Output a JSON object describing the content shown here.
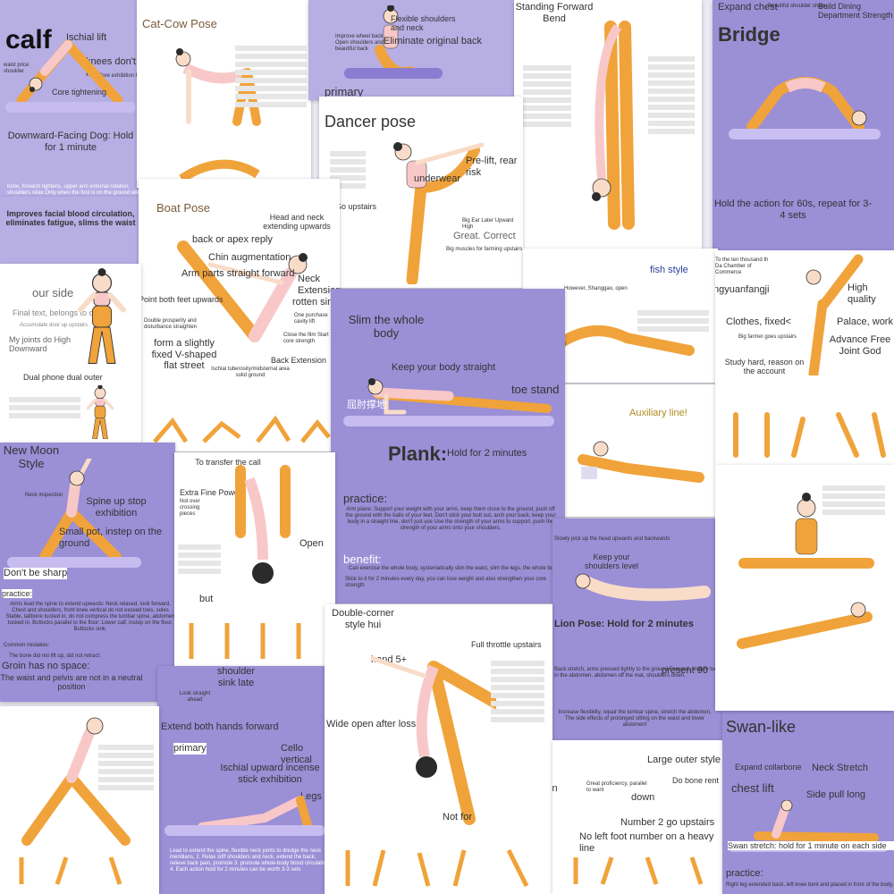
{
  "colors": {
    "orange": "#f0a33a",
    "purple": "#9b8fd6",
    "light_purple": "#b7aee4",
    "mat": "#c6bcf0",
    "skin": "#f8dcc8",
    "hair": "#2b2b2b"
  },
  "cards": {
    "calf": {
      "title": "calf",
      "ischial": "Ischial lift",
      "knees": "knees don't turn in",
      "waist": "waist price shoulder",
      "exhibition": "Core exhibition follow-up",
      "core": "Core tightening",
      "caption": "Downward-Facing Dog: Hold for 1 minute",
      "desc": "bone, forearm tightens, upper arm external rotation, shoulders relax Only when the foot is on the ground will the calf feel stretched"
    },
    "catcow": {
      "title": "Cat-Cow Pose"
    },
    "shoulders": {
      "flexible": "Flexible shoulders and neck",
      "eliminate": "Eliminate original back",
      "improve": "Improve wheel back Open shoulders and beautiful back",
      "primary": "primary"
    },
    "standing": {
      "title": "Standing Forward Bend"
    },
    "bridge": {
      "expand": "Expand chest",
      "beautiful": "Beautiful shoulder shape",
      "build": "Build Dining Department Strength",
      "title": "Bridge",
      "caption": "Hold the action for 60s, repeat for 3-4 sets"
    },
    "facial": {
      "text": "Improves facial blood circulation, eliminates fatigue, slims the waist"
    },
    "dancer": {
      "title": "Dancer pose",
      "prelift": "Pre-lift, rear risk",
      "underwear": "underwear",
      "goupstairs": "Go upstairs",
      "bigear": "Big Ear Later Upward High",
      "great": "Great. Correct",
      "bigmuscles": "Big muscles for farming upstairs"
    },
    "boat": {
      "title": "Boat Pose",
      "head": "Head and neck extending upwards",
      "back_apex": "back or apex reply",
      "chin": "Chin augmentation",
      "arm": "Arm parts straight forward",
      "point": "Point both feet upwards",
      "neck": "Neck Extension",
      "rotten": "rotten sink",
      "purchase": "One purchase cavity lift",
      "double": "Double prosperity and disturbance straighten",
      "form": "form a slightly fixed V-shaped flat street",
      "close": "Close the film Start core strength",
      "backext": "Back Extension",
      "ischial_ground": "Ischial tuberosity/midsternal area solid ground"
    },
    "oursidecard": {
      "ourside": "our side",
      "final": "Final text, belongs to open",
      "accumulate": "Accumulate door up upstairs",
      "joints": "My joints do High Downward",
      "dual": "Dual phone dual outer"
    },
    "fish": {
      "title": "fish style",
      "however": "However, Shanggao, open",
      "auxiliary": "Auxiliary line!"
    },
    "dong": {
      "tothe": "To the ten thousand th Da Chamber of Commerce",
      "dongyuan": "Dongyuanfangji",
      "clothes": "Clothes, fixed<",
      "bigfarmer": "Big farmer goes upstairs",
      "study": "Study hard, reason on the account",
      "high": "High quality",
      "palace": "Palace, work",
      "advance": "Advance Free Joint God"
    },
    "plank": {
      "slim": "Slim the whole body",
      "straight": "Keep your body straight",
      "toestand": "toe stand",
      "elbow": "屈肘撑地",
      "title": "Plank:",
      "hold": "Hold for 2 minutes",
      "practice_h": "practice:",
      "practice_t": "Arm plane: Support your weight with your arms, keep them close to the ground, push off the ground with the balls of your feet, Don't stick your butt out, arch your back, keep your body in a straight line, don't just use Use the strength of your arms to support, push the strength of your arms onto your shoulders.",
      "benefit_h": "benefit:",
      "benefit_t": "Can exercise the whole body, systematically slim the waist, slim the legs, the whole body",
      "stick": "Stick to it for 2 minutes every day, you can lose weight and also strengthen your core strength"
    },
    "moon": {
      "title": "New Moon Style",
      "neck": "Neck inspection",
      "spine": "Spine up stop exhibition",
      "small": "Small pot, instep on the ground",
      "dont": "Don't be sharp",
      "practice_h": "practice:",
      "practice_t": "Arms lead the spine to extend upwards: Neck relaxed, look forward. Chest and shoulders, front knee vertical do not exceed toes, soles Stable, tailbone tucked in, do not compress the lumbar spine, abdomen tucked in, Buttocks parallel to the floor: Lower calf, instep on the floor. Buttocks sink.",
      "mistakes": "Common mistakes:",
      "bone": "The bone did not lift up, did not retract;",
      "groin": "Groin has no space:",
      "waist": "The waist and pelvis are not in a neutral position"
    },
    "transfer": {
      "transfer": "To transfer the call",
      "extra": "Extra Fine Powder",
      "notover": "Not over crossing pieces",
      "open": "Open",
      "but": "but"
    },
    "lion": {
      "slowly": "Slowly pick up the head upwards and backwards",
      "keep": "Keep your shoulders level",
      "title": "Lion Pose: Hold for 2 minutes",
      "back": "Back stretch, arms pressed tightly to the ground Forward, slightly tuck in the abdomen, abdomen off the mat, shoulders down.",
      "present": "present 90",
      "increase": "Increase flexibility, repair the lumbar spine, stretch the abdomen, The side effects of prolonged sitting on the waist and lower abdomen!"
    },
    "extend": {
      "shoulder": "shoulder sink late",
      "look": "Look straight ahead",
      "extend": "Extend both hands forward",
      "primary": "primary",
      "cello": "Cello vertical",
      "ischial": "Ischial upward incense stick exhibition",
      "legs": "Legs",
      "practice_t": "Lead to extend the spine, flexible neck joints to dredge the neck meridians, 2. Relax stiff shoulders and neck, extend the back, relieve back pain, promote 3. promote whole-body blood circulation 4. Each action hold for 2 minutes can be worth 3-3 sets"
    },
    "double": {
      "title": "Double-corner style hui",
      "full": "Full throttle upstairs",
      "hand": "hand 5+",
      "wide": "Wide open after loss",
      "notfor": "Not for"
    },
    "largeouter": {
      "large": "Large outer style",
      "dobone": "Do bone rent",
      "great": "Great proficiency, parallel to want",
      "down": "down",
      "number": "Number 2 go upstairs",
      "nolift": "No left foot number on a heavy line",
      "direction": "direction"
    },
    "swan": {
      "title": "Swan-like",
      "expand": "Expand collarbone",
      "neck": "Neck Stretch",
      "chest": "chest lift",
      "side": "Side pull long",
      "caption": "Swan stretch: hold for 1 minute on each side",
      "practice_h": "practice:",
      "practice_t": "Right leg extended back, left knee bent and placed in front of the body,"
    }
  }
}
